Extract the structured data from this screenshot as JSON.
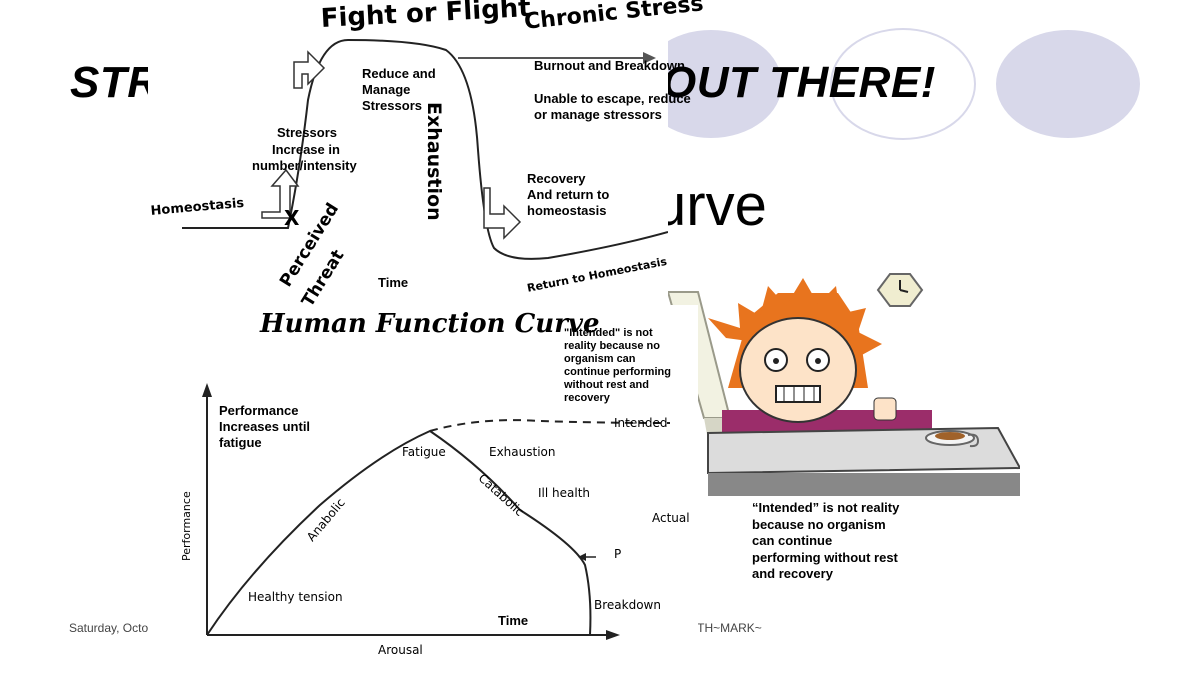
{
  "slide": {
    "title": "STRESS IS OUT THERE!",
    "title_left": "STR",
    "title_right": "OUT THERE!",
    "subtitle": "curve",
    "footer_left": "Saturday, Octo",
    "footer_right": "ATH~MARK~"
  },
  "stress_diagram": {
    "heading_fight": "Fight or Flight",
    "heading_chronic": "Chronic Stress",
    "homeostasis": "Homeostasis",
    "x_mark": "X",
    "perceived_threat_line1": "Perceived",
    "perceived_threat_line2": "Threat",
    "stressors_l1": "Stressors",
    "stressors_l2": "Increase in",
    "stressors_l3": "number/intensity",
    "reduce_l1": "Reduce and",
    "reduce_l2": "Manage",
    "reduce_l3": "Stressors",
    "exhaustion": "Exhaustion",
    "burnout": "Burnout and Breakdown",
    "unable_l1": "Unable to escape, reduce",
    "unable_l2": "or manage stressors",
    "recovery_l1": "Recovery",
    "recovery_l2": "And  return to",
    "recovery_l3": "homeostasis",
    "return": "Return to Homeostasis",
    "time": "Time"
  },
  "human_function_curve": {
    "title": "Human Function Curve",
    "performance_note_l1": "Performance",
    "performance_note_l2": "Increases until",
    "performance_note_l3": "fatigue",
    "y_axis": "Performance",
    "x_axis": "Arousal",
    "time": "Time",
    "fatigue": "Fatigue",
    "exhaustion": "Exhaustion",
    "ill_health": "Ill health",
    "anabolic": "Anabolic",
    "catabolic": "Catabolic",
    "healthy_tension": "Healthy tension",
    "intended": "Intended",
    "actual": "Actual",
    "p": "P",
    "breakdown": "Breakdown",
    "small_note": "\"Intended\" is not reality because no organism can continue  performing without rest and recovery"
  },
  "main_note": "“Intended” is not reality because no organism  can continue  performing without rest and recovery",
  "colors": {
    "deco_fill": "#d8d8ea",
    "deco_outline": "#d8d8ea",
    "hair": "#e8741e",
    "shirt": "#9b2d6a"
  }
}
